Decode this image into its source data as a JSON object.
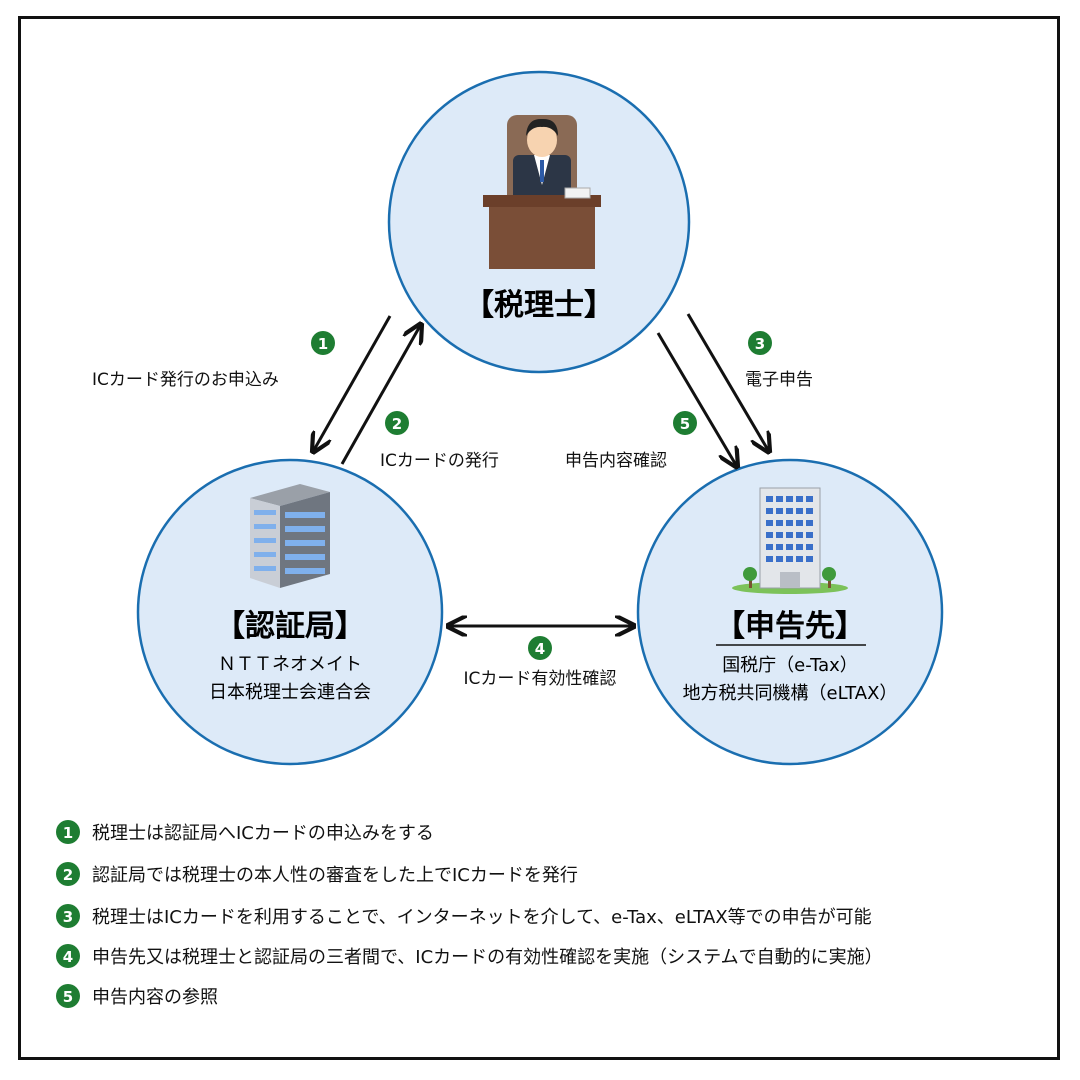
{
  "nodes": {
    "tax_accountant": {
      "title": "【税理士】"
    },
    "ca": {
      "title": "【認証局】",
      "lines": [
        "ＮＴＴネオメイト",
        "日本税理士会連合会"
      ]
    },
    "dest": {
      "title": "【申告先】",
      "lines": [
        "国税庁（e-Tax）",
        "地方税共同機構（eLTAX）"
      ]
    }
  },
  "arrows": [
    {
      "num": "1",
      "label": "ICカード発行のお申込み"
    },
    {
      "num": "2",
      "label": "ICカードの発行"
    },
    {
      "num": "3",
      "label": "電子申告"
    },
    {
      "num": "5",
      "label": "申告内容確認"
    },
    {
      "num": "4",
      "label": "ICカード有効性確認"
    }
  ],
  "legend": [
    {
      "num": "1",
      "text": "税理士は認証局へICカードの申込みをする"
    },
    {
      "num": "2",
      "text": "認証局では税理士の本人性の審査をした上でICカードを発行"
    },
    {
      "num": "3",
      "text": "税理士はICカードを利用することで、インターネットを介して、e-Tax、eLTAX等での申告が可能"
    },
    {
      "num": "4",
      "text": "申告先又は税理士と認証局の三者間で、ICカードの有効性確認を実施（システムで自動的に実施）"
    },
    {
      "num": "5",
      "text": "申告内容の参照"
    }
  ],
  "colors": {
    "circle_fill": "#ddeaf8",
    "circle_stroke": "#1a6eb0",
    "badge": "#1e7d32"
  }
}
